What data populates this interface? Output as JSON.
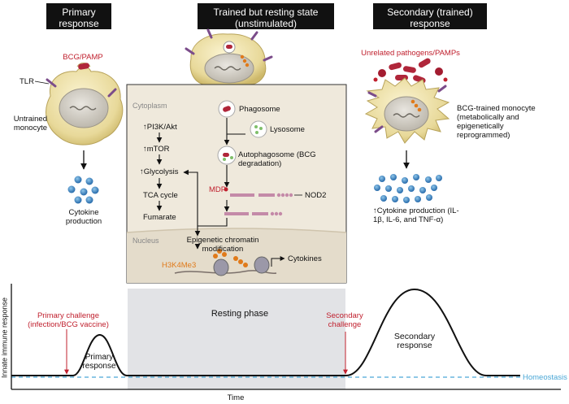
{
  "headers": {
    "primary": "Primary response",
    "trained": "Trained but resting state (unstimulated)",
    "secondary": "Secondary (trained) response"
  },
  "left": {
    "stimulus": "BCG/PAMP",
    "receptor": "TLR",
    "cell": "Untrained monocyte",
    "output": "Cytokine production"
  },
  "middle": {
    "cytoplasm": "Cytoplasm",
    "nucleus": "Nucleus",
    "pathway": [
      "PI3K/Akt",
      "mTOR",
      "Glycolysis",
      "TCA cycle",
      "Fumarate"
    ],
    "phagosome": "Phagosome",
    "lysosome": "Lysosome",
    "autophagosome": "Autophagosome (BCG degradation)",
    "mdp": "MDP",
    "nod2": "NOD2",
    "epigenetic": "Epigenetic chromatin modification",
    "histone_mark": "H3K4Me3",
    "cytokines": "Cytokines"
  },
  "right": {
    "stimulus": "Unrelated pathogens/PAMPs",
    "cell": "BCG-trained monocyte (metabolically and epigenetically reprogrammed)",
    "output": "Cytokine production (IL-1β, IL-6, and TNF-α)"
  },
  "timeline": {
    "y_axis": "Innate immune response",
    "x_axis": "Time",
    "primary_challenge": "Primary challenge (infection/BCG vaccine)",
    "primary_response": "Primary response",
    "resting_phase": "Resting phase",
    "secondary_challenge": "Secondary challenge",
    "secondary_response": "Secondary response",
    "homeostasis": "Homeostasis"
  },
  "colors": {
    "red": "#c0202e",
    "orange": "#e07a1a",
    "purple": "#7b4c8a",
    "baseline": "#4aa7d6",
    "panel": "#efe9dc",
    "resting": "#e2e3e6"
  }
}
